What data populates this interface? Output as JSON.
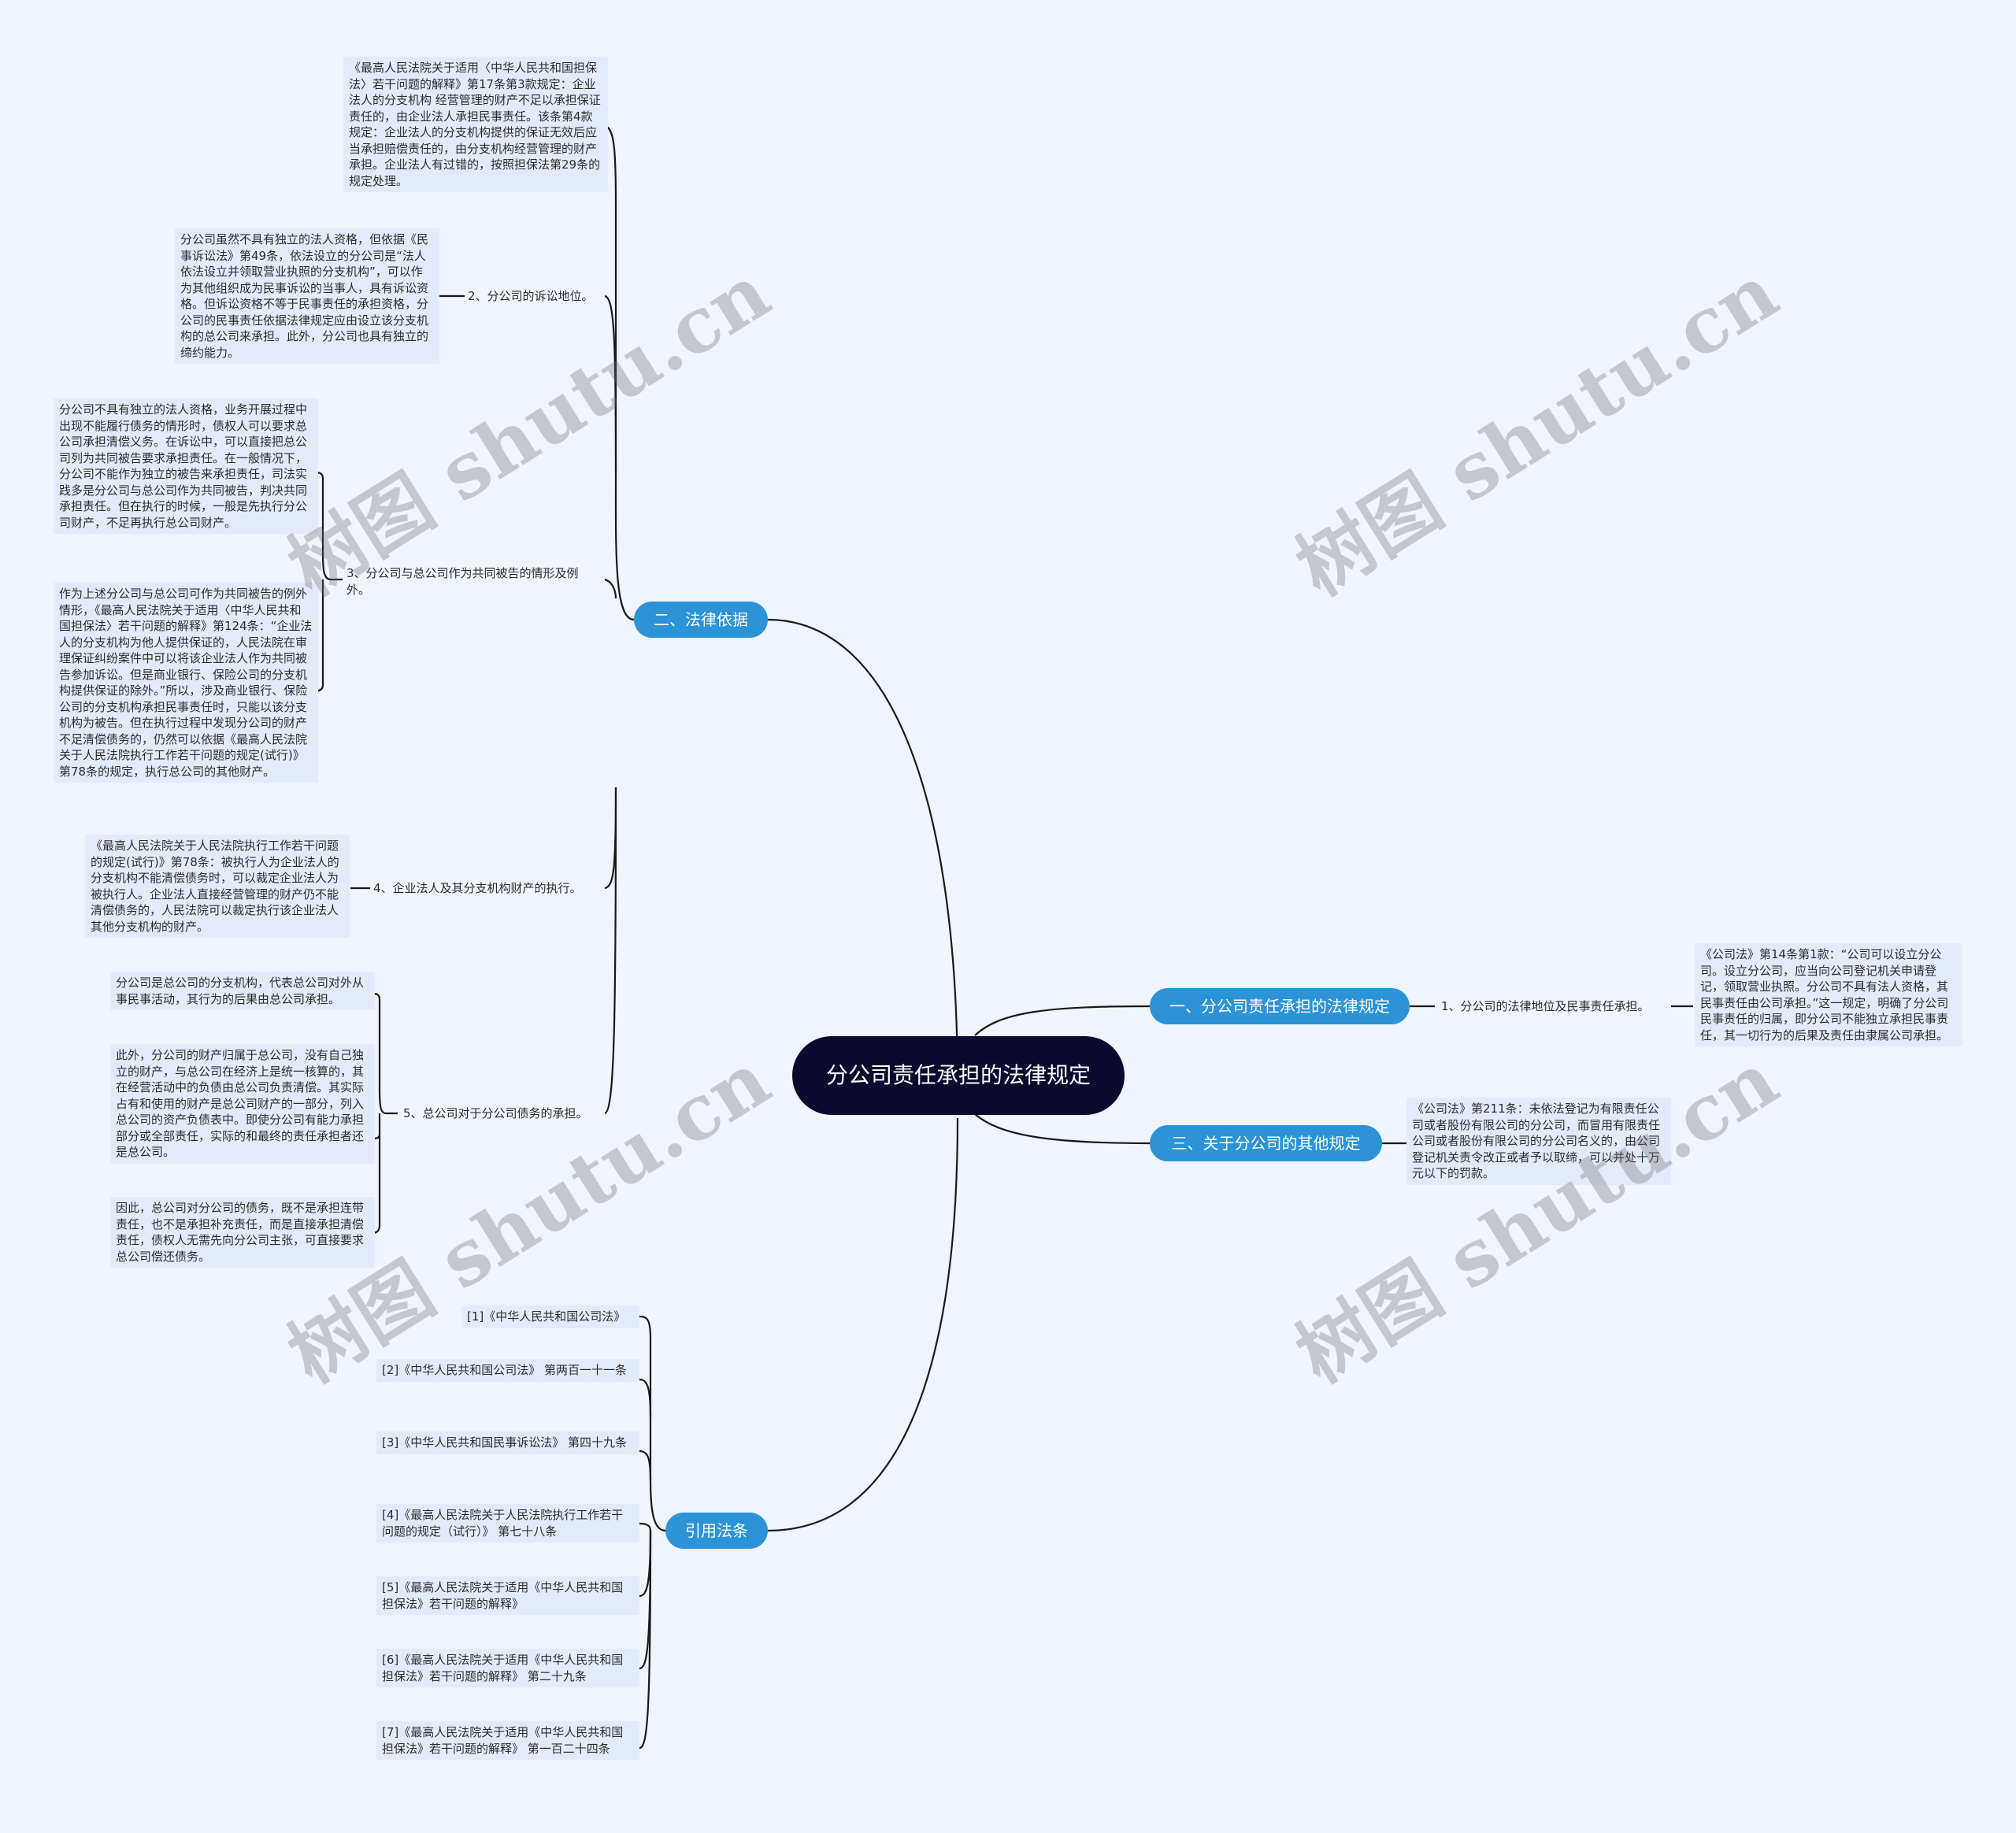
{
  "root": {
    "title": "分公司责任承担的法律规定"
  },
  "branches": {
    "basis": {
      "label": "二、法律依据",
      "items": [
        {
          "label": "",
          "leaves": [
            "《最高人民法院关于适用〈中华人民共和国担保法〉若干问题的解释》第17条第3款规定：企业法人的分支机构 经营管理的财产不足以承担保证责任的，由企业法人承担民事责任。该条第4款规定：企业法人的分支机构提供的保证无效后应当承担赔偿责任的，由分支机构经营管理的财产承担。企业法人有过错的，按照担保法第29条的规定处理。"
          ]
        },
        {
          "label": "2、分公司的诉讼地位。",
          "leaves": [
            "分公司虽然不具有独立的法人资格，但依据《民事诉讼法》第49条，依法设立的分公司是“法人依法设立并领取营业执照的分支机构”，可以作为其他组织成为民事诉讼的当事人，具有诉讼资格。但诉讼资格不等于民事责任的承担资格，分公司的民事责任依据法律规定应由设立该分支机构的总公司来承担。此外，分公司也具有独立的缔约能力。"
          ]
        },
        {
          "label": "3、分公司与总公司作为共同被告的情形及例外。",
          "leaves": [
            "分公司不具有独立的法人资格，业务开展过程中出现不能履行债务的情形时，债权人可以要求总公司承担清偿义务。在诉讼中，可以直接把总公司列为共同被告要求承担责任。在一般情况下，分公司不能作为独立的被告来承担责任，司法实践多是分公司与总公司作为共同被告，判决共同承担责任。但在执行的时候，一般是先执行分公司财产，不足再执行总公司财产。",
            "作为上述分公司与总公司可作为共同被告的例外情形，《最高人民法院关于适用〈中华人民共和国担保法〉若干问题的解释》第124条：“企业法人的分支机构为他人提供保证的，人民法院在审理保证纠纷案件中可以将该企业法人作为共同被告参加诉讼。但是商业银行、保险公司的分支机构提供保证的除外。”所以，涉及商业银行、保险公司的分支机构承担民事责任时，只能以该分支机构为被告。但在执行过程中发现分公司的财产不足清偿债务的，仍然可以依据《最高人民法院关于人民法院执行工作若干问题的规定(试行)》第78条的规定，执行总公司的其他财产。"
          ]
        },
        {
          "label": "4、企业法人及其分支机构财产的执行。",
          "leaves": [
            "《最高人民法院关于人民法院执行工作若干问题的规定(试行)》第78条：被执行人为企业法人的分支机构不能清偿债务时，可以裁定企业法人为被执行人。企业法人直接经营管理的财产仍不能清偿债务的，人民法院可以裁定执行该企业法人其他分支机构的财产。"
          ]
        },
        {
          "label": "5、总公司对于分公司债务的承担。",
          "leaves": [
            "分公司是总公司的分支机构，代表总公司对外从事民事活动，其行为的后果由总公司承担。",
            "此外，分公司的财产归属于总公司，没有自己独立的财产，与总公司在经济上是统一核算的，其在经营活动中的负债由总公司负责清偿。其实际占有和使用的财产是总公司财产的一部分，列入总公司的资产负债表中。即使分公司有能力承担部分或全部责任，实际的和最终的责任承担者还是总公司。",
            "因此，总公司对分公司的债务，既不是承担连带责任，也不是承担补充责任，而是直接承担清偿责任，债权人无需先向分公司主张，可直接要求总公司偿还债务。"
          ]
        }
      ]
    },
    "cite": {
      "label": "引用法条",
      "items": [
        "[1]《中华人民共和国公司法》",
        "[2]《中华人民共和国公司法》 第两百一十一条",
        "[3]《中华人民共和国民事诉讼法》 第四十九条",
        "[4]《最高人民法院关于人民法院执行工作若干问题的规定（试行）》 第七十八条",
        "[5]《最高人民法院关于适用《中华人民共和国担保法》若干问题的解释》",
        "[6]《最高人民法院关于适用《中华人民共和国担保法》若干问题的解释》 第二十九条",
        "[7]《最高人民法院关于适用《中华人民共和国担保法》若干问题的解释》 第一百二十四条"
      ]
    },
    "rules": {
      "label": "一、分公司责任承担的法律规定",
      "sub": "1、分公司的法律地位及民事责任承担。",
      "leaf": "《公司法》第14条第1款：“公司可以设立分公司。设立分公司，应当向公司登记机关申请登记，领取营业执照。分公司不具有法人资格，其民事责任由公司承担。”这一规定，明确了分公司民事责任的归属，即分公司不能独立承担民事责任，其一切行为的后果及责任由隶属公司承担。"
    },
    "other": {
      "label": "三、关于分公司的其他规定",
      "leaf": "《公司法》第211条：未依法登记为有限责任公司或者股份有限公司的分公司，而冒用有限责任公司或者股份有限公司的分公司名义的，由公司登记机关责令改正或者予以取缔，可以并处十万元以下的罚款。"
    }
  },
  "watermark": "树图 shutu.cn"
}
